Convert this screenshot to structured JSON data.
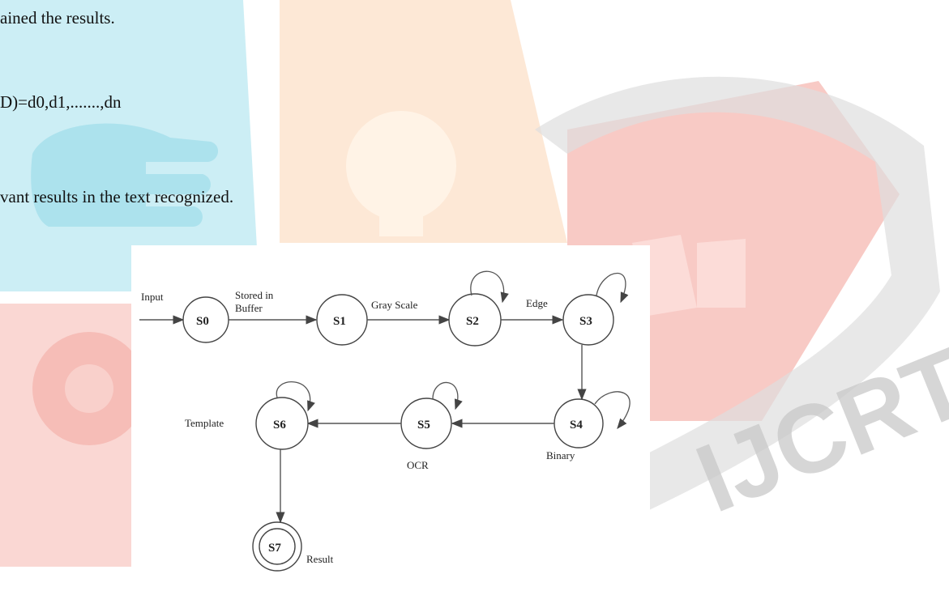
{
  "document": {
    "lines": [
      "ained the results.",
      "D)=d0,d1,.......,dn",
      "vant results in the text recognized."
    ]
  },
  "watermark": {
    "text": "IJCRT",
    "colors": {
      "teal": "#bfe8f0",
      "orange": "#fde3cc",
      "red": "#f7c2bd",
      "gray": "#d0d0d0"
    }
  },
  "diagram": {
    "states": [
      "S0",
      "S1",
      "S2",
      "S3",
      "S4",
      "S5",
      "S6",
      "S7"
    ],
    "labels": {
      "input": "Input",
      "stored_line1": "Stored in",
      "stored_line2": "Buffer",
      "gray_scale": "Gray Scale",
      "edge": "Edge",
      "binary": "Binary",
      "ocr": "OCR",
      "template": "Template",
      "result": "Result"
    }
  }
}
